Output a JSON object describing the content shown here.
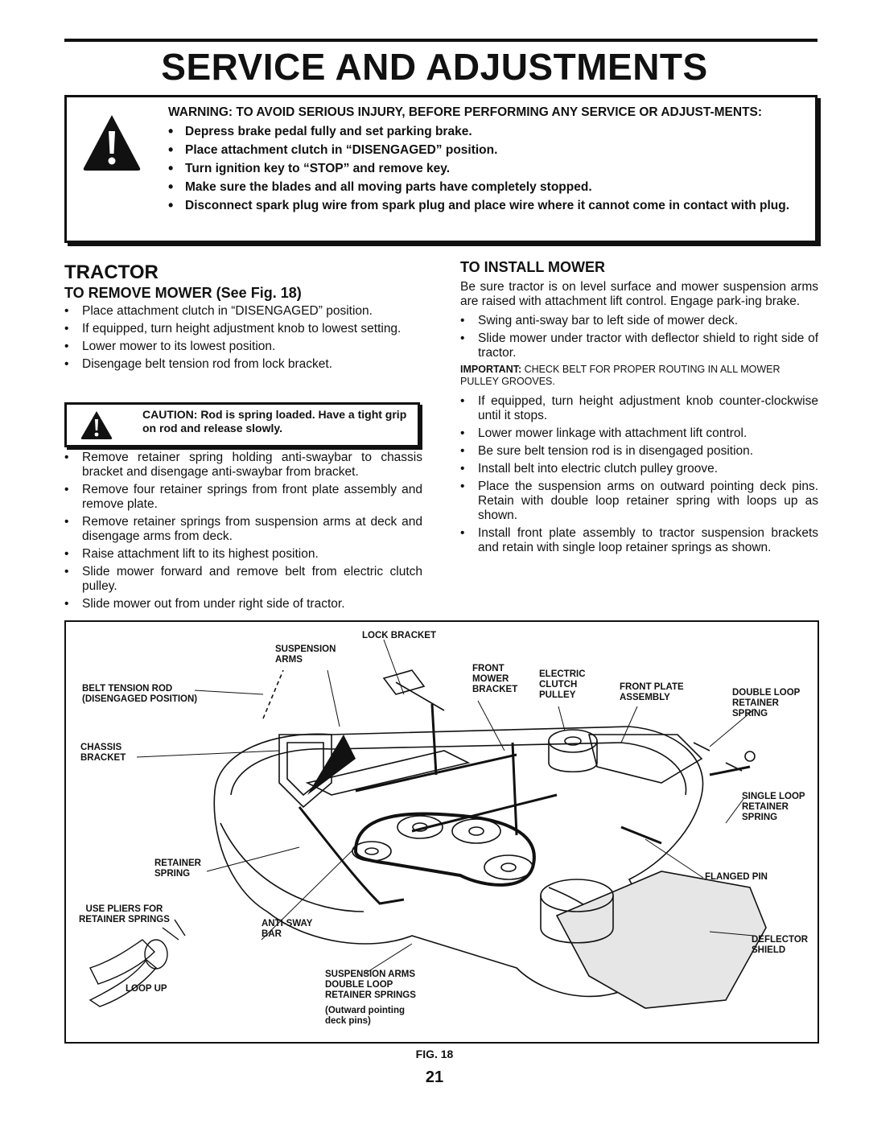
{
  "page_title": "SERVICE AND ADJUSTMENTS",
  "warning": {
    "heading": "WARNING: TO AVOID SERIOUS INJURY, BEFORE PERFORMING ANY SERVICE OR ADJUST-MENTS:",
    "items": [
      "Depress brake pedal fully and set parking brake.",
      "Place attachment clutch  in “DISENGAGED” position.",
      "Turn ignition key to “STOP” and remove key.",
      "Make sure the blades and all moving parts have completely stopped.",
      "Disconnect spark plug wire from spark plug and place wire where it cannot come in contact with plug."
    ]
  },
  "left": {
    "section_title": "TRACTOR",
    "subsection_title": "TO REMOVE MOWER  (See Fig. 18)",
    "steps_a": [
      "Place attachment clutch in “DISENGAGED” position.",
      "If equipped, turn height adjustment knob to lowest setting.",
      "Lower mower to its lowest position.",
      "Disengage belt tension rod from lock bracket."
    ],
    "caution": "CAUTION: Rod is spring loaded. Have a tight grip on rod and release slowly.",
    "steps_b": [
      "Remove retainer spring holding anti-swaybar to chassis bracket and disengage anti-swaybar from bracket.",
      "Remove four retainer springs from front plate assembly and remove plate.",
      "Remove retainer springs from suspension arms at deck and disengage arms from deck.",
      "Raise attachment lift to its highest position.",
      "Slide mower forward and remove belt from electric clutch pulley.",
      "Slide mower out from under right side of tractor."
    ]
  },
  "right": {
    "subsection_title": "TO INSTALL MOWER",
    "intro": "Be sure tractor is on level surface and mower suspension arms are raised with attachment lift control. Engage park-ing brake.",
    "steps_a": [
      "Swing anti-sway bar to left side of mower deck.",
      "Slide mower under tractor with deflector shield to right side of tractor."
    ],
    "important_label": "IMPORTANT:",
    "important_text": " CHECK BELT FOR PROPER ROUTING IN ALL MOWER PULLEY GROOVES.",
    "steps_b": [
      "If equipped, turn height adjustment knob counter-clockwise until it stops.",
      "Lower mower linkage with attachment lift control.",
      "Be sure belt tension rod is in disengaged position.",
      "Install belt into electric clutch pulley groove.",
      "Place the suspension arms on outward pointing deck pins. Retain with double loop retainer spring with loops up as shown.",
      "Install front plate assembly to tractor suspension brackets and retain with single loop retainer springs as shown."
    ]
  },
  "figure": {
    "labels": {
      "lock_bracket": "LOCK BRACKET",
      "suspension_arms": "SUSPENSION\nARMS",
      "belt_tension_rod": "BELT TENSION ROD\n(DISENGAGED POSITION)",
      "front_mower_bracket": "FRONT\nMOWER\nBRACKET",
      "electric_clutch_pulley": "ELECTRIC\nCLUTCH\nPULLEY",
      "front_plate_assembly": "FRONT PLATE\nASSEMBLY",
      "double_loop_retainer_spring": "DOUBLE LOOP\nRETAINER\nSPRING",
      "chassis_bracket": "CHASSIS\nBRACKET",
      "single_loop_retainer_spring": "SINGLE LOOP\nRETAINER\nSPRING",
      "retainer_spring": "RETAINER\nSPRING",
      "flanged_pin": "FLANGED PIN",
      "use_pliers": "USE PLIERS FOR\nRETAINER SPRINGS",
      "anti_sway_bar": "ANTI-SWAY\nBAR",
      "deflector_shield": "DEFLECTOR\nSHIELD",
      "loop_up": "LOOP UP",
      "suspension_arms_double_loop": "SUSPENSION ARMS\nDOUBLE LOOP\nRETAINER SPRINGS",
      "outward_pointing": "(Outward pointing\ndeck pins)"
    },
    "caption": "FIG. 18"
  },
  "page_number": "21"
}
